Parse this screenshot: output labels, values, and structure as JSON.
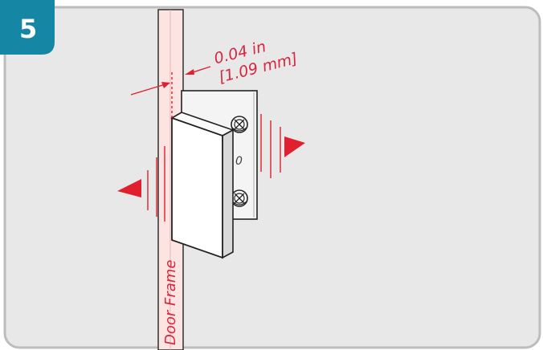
{
  "step": {
    "number": "5"
  },
  "dimension": {
    "line1": "0.04 in",
    "line2": "[1.09 mm]"
  },
  "frame": {
    "label": "Door Frame"
  },
  "bracket": {
    "mark": "0"
  },
  "colors": {
    "badge": "#1587a5",
    "panel": "#e8e8e8",
    "panel_border": "#bdbdbd",
    "frame_fill": "#fbe4e2",
    "accent": "#e0202f",
    "outline": "#222222"
  }
}
